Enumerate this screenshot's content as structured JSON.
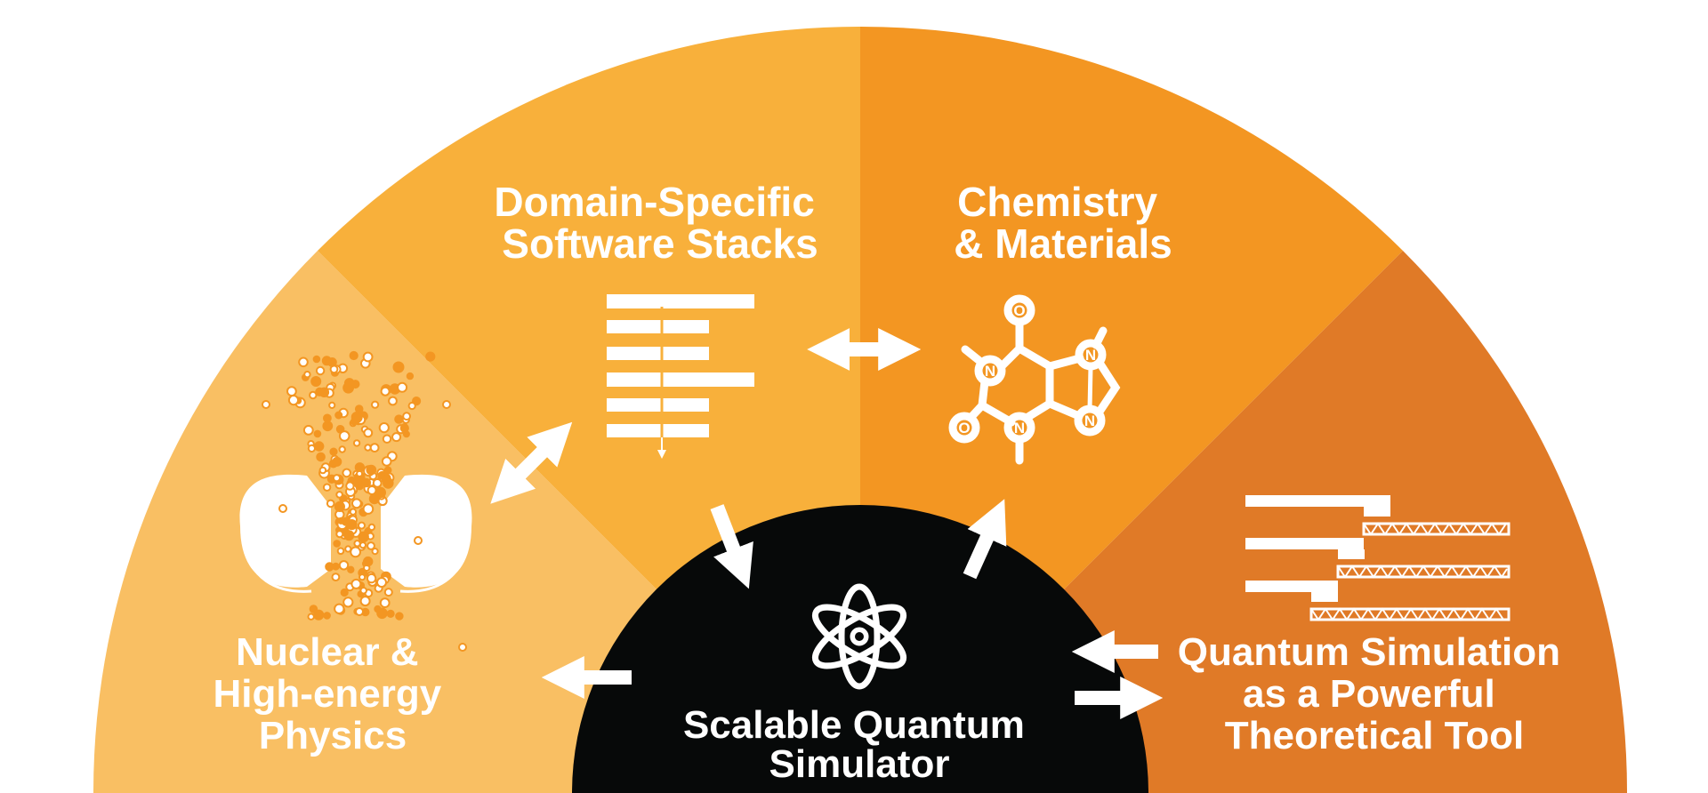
{
  "colors": {
    "background": "#ffffff",
    "sector_far_left": "#f9bf63",
    "sector_mid_left": "#f8b03b",
    "sector_mid_right": "#f39622",
    "sector_far_right": "#e07a27",
    "center": "#070909",
    "foreground": "#ffffff"
  },
  "sectors": [
    {
      "id": "nuclear",
      "icon": "particle-collision-icon",
      "label_lines": [
        "Nuclear &",
        "High-energy",
        "Physics"
      ]
    },
    {
      "id": "software",
      "icon": "software-stack-icon",
      "label_lines": [
        "Domain-Specific",
        "Software Stacks"
      ]
    },
    {
      "id": "chemistry",
      "icon": "molecule-icon",
      "label_lines": [
        "Chemistry",
        "& Materials"
      ]
    },
    {
      "id": "theory",
      "icon": "layered-bars-icon",
      "label_lines": [
        "Quantum Simulation",
        "as a Powerful",
        "Theoretical Tool"
      ]
    }
  ],
  "center": {
    "icon": "atom-icon",
    "label_lines": [
      "Scalable Quantum",
      "Simulator"
    ]
  },
  "molecule_atoms": [
    "O",
    "N",
    "N",
    "N",
    "N",
    "O"
  ]
}
